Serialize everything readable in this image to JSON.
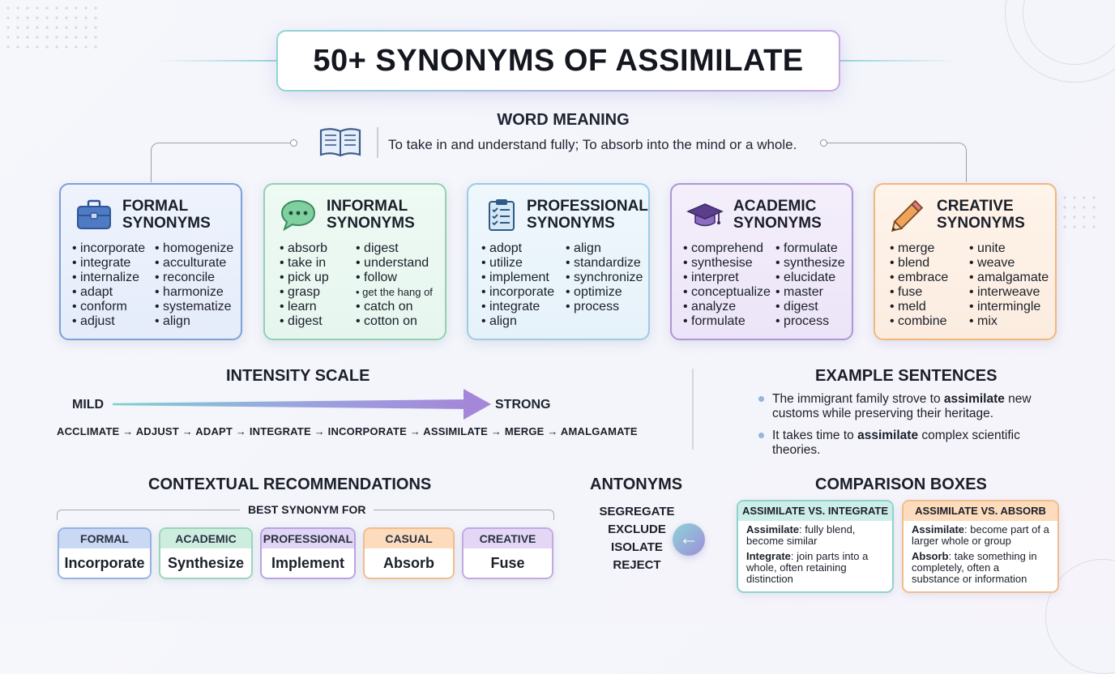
{
  "title": "50+ SYNONYMS OF ASSIMILATE",
  "meaning": {
    "heading": "WORD MEANING",
    "text": "To take in and understand fully; To absorb into the mind or a whole."
  },
  "colors": {
    "formal": "#6f95d6",
    "informal": "#7fcfa9",
    "professional": "#86bfe0",
    "academic": "#a98fd6",
    "creative": "#f0ae72"
  },
  "cards": [
    {
      "title_line1": "FORMAL",
      "title_line2": "SYNONYMS",
      "icon": "briefcase-icon",
      "col1": [
        "incorporate",
        "integrate",
        "internalize",
        "adapt",
        "conform",
        "adjust"
      ],
      "col2": [
        "homogenize",
        "acculturate",
        "reconcile",
        "harmonize",
        "systematize",
        "align"
      ]
    },
    {
      "title_line1": "INFORMAL",
      "title_line2": "SYNONYMS",
      "icon": "chat-bubble-icon",
      "col1": [
        "absorb",
        "take in",
        "pick up",
        "grasp",
        "learn",
        "digest"
      ],
      "col2": [
        "digest",
        "understand",
        "follow",
        "get the hang of",
        "catch on",
        "cotton on"
      ]
    },
    {
      "title_line1": "PROFESSIONAL",
      "title_line2": "SYNONYMS",
      "icon": "clipboard-checklist-icon",
      "col1": [
        "adopt",
        "utilize",
        "implement",
        "incorporate",
        "integrate",
        "align"
      ],
      "col2": [
        "align",
        "standardize",
        "synchronize",
        "optimize",
        "process"
      ]
    },
    {
      "title_line1": "ACADEMIC",
      "title_line2": "SYNONYMS",
      "icon": "graduation-cap-icon",
      "col1": [
        "comprehend",
        "synthesise",
        "interpret",
        "conceptualize",
        "analyze",
        "formulate"
      ],
      "col2": [
        "formulate",
        "synthesize",
        "elucidate",
        "master",
        "digest",
        "process"
      ]
    },
    {
      "title_line1": "CREATIVE",
      "title_line2": "SYNONYMS",
      "icon": "pencil-icon",
      "col1": [
        "merge",
        "blend",
        "embrace",
        "fuse",
        "meld",
        "combine"
      ],
      "col2": [
        "unite",
        "weave",
        "amalgamate",
        "interweave",
        "intermingle",
        "mix"
      ]
    }
  ],
  "intensity": {
    "heading": "INTENSITY SCALE",
    "mild": "MILD",
    "strong": "STRONG",
    "sequence": "ACCLIMATE → ADJUST → ADAPT → INTEGRATE → INCORPORATE → ASSIMILATE → MERGE → AMALGAMATE"
  },
  "examples": {
    "heading": "EXAMPLE SENTENCES",
    "s1_before": "The immigrant family strove to ",
    "s1_word": "assimilate",
    "s1_after": " new",
    "s1_line2": "customs while preserving their heritage.",
    "s2_before": "It takes time to ",
    "s2_word": "assimilate",
    "s2_after": " complex scientific",
    "s2_line2": "theories."
  },
  "recommendations": {
    "heading": "CONTEXTUAL RECOMMENDATIONS",
    "label": "BEST SYNONYM FOR",
    "items": [
      {
        "context": "FORMAL",
        "word": "Incorporate"
      },
      {
        "context": "ACADEMIC",
        "word": "Synthesize"
      },
      {
        "context": "PROFESSIONAL",
        "word": "Implement"
      },
      {
        "context": "CASUAL",
        "word": "Absorb"
      },
      {
        "context": "CREATIVE",
        "word": "Fuse"
      }
    ]
  },
  "antonyms": {
    "heading": "ANTONYMS",
    "words": [
      "SEGREGATE",
      "EXCLUDE",
      "ISOLATE",
      "REJECT"
    ],
    "arrow_icon": "left-arrow-icon"
  },
  "comparison": {
    "heading": "COMPARISON BOXES",
    "boxes": [
      {
        "title": "ASSIMILATE VS. INTEGRATE",
        "a_term": "Assimilate",
        "a_def": ": fully blend, become similar",
        "b_term": "Integrate",
        "b_def": ": join parts into a whole, often retaining distinction"
      },
      {
        "title": "ASSIMILATE VS. ABSORB",
        "a_term": "Assimilate",
        "a_def": ": become part of a larger whole or group",
        "b_term": "Absorb",
        "b_def": ": take something in completely, often a substance or information"
      }
    ]
  }
}
